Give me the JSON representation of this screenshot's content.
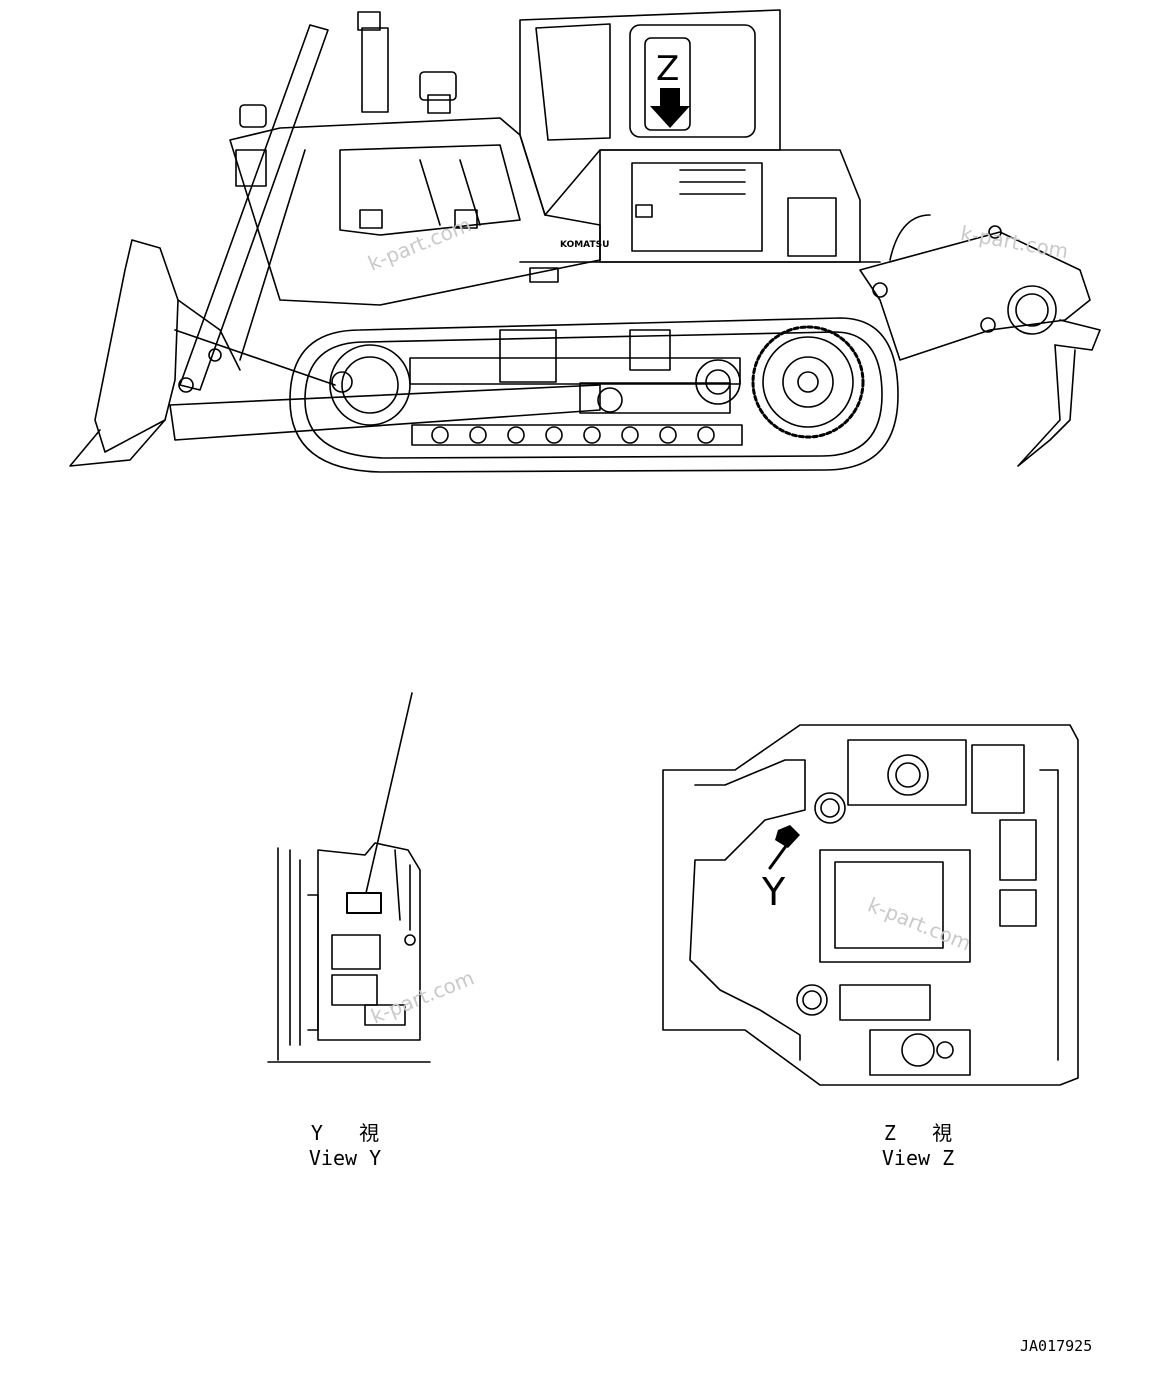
{
  "diagram": {
    "view_z_marker": "Z",
    "view_y_marker": "Y",
    "brand_text": "KOMATSU",
    "labels": {
      "view_y_jp": "Y   視",
      "view_y_en": "View Y",
      "view_z_jp": "Z   視",
      "view_z_en": "View Z"
    },
    "drawing_code": "JA017925",
    "watermark": "k-part.com"
  }
}
